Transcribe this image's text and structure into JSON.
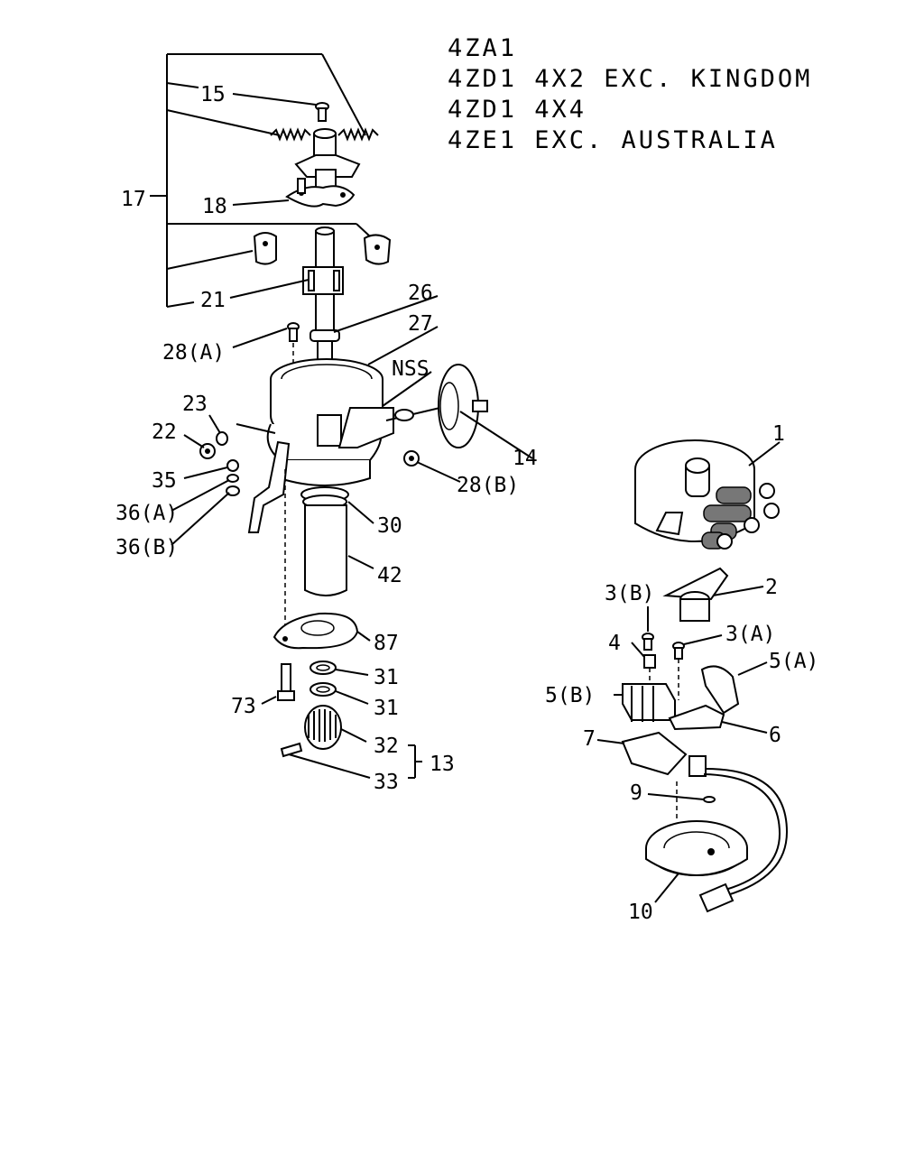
{
  "header": {
    "models": [
      "4ZA1",
      "4ZD1 4X2 EXC. KINGDOM",
      "4ZD1 4X4",
      "4ZE1 EXC. AUSTRALIA"
    ]
  },
  "callouts": {
    "c1": "1",
    "c2": "2",
    "c3a": "3(A)",
    "c3b": "3(B)",
    "c4": "4",
    "c5a": "5(A)",
    "c5b": "5(B)",
    "c6": "6",
    "c7": "7",
    "c9": "9",
    "c10": "10",
    "c13": "13",
    "c14": "14",
    "c15": "15",
    "c17": "17",
    "c18": "18",
    "c21": "21",
    "c22": "22",
    "c23": "23",
    "c26": "26",
    "c27": "27",
    "c28a": "28(A)",
    "c28b": "28(B)",
    "c30": "30",
    "c31a": "31",
    "c31b": "31",
    "c32": "32",
    "c33": "33",
    "c35": "35",
    "c36a": "36(A)",
    "c36b": "36(B)",
    "c42": "42",
    "c73": "73",
    "c87": "87",
    "nss": "NSS"
  }
}
